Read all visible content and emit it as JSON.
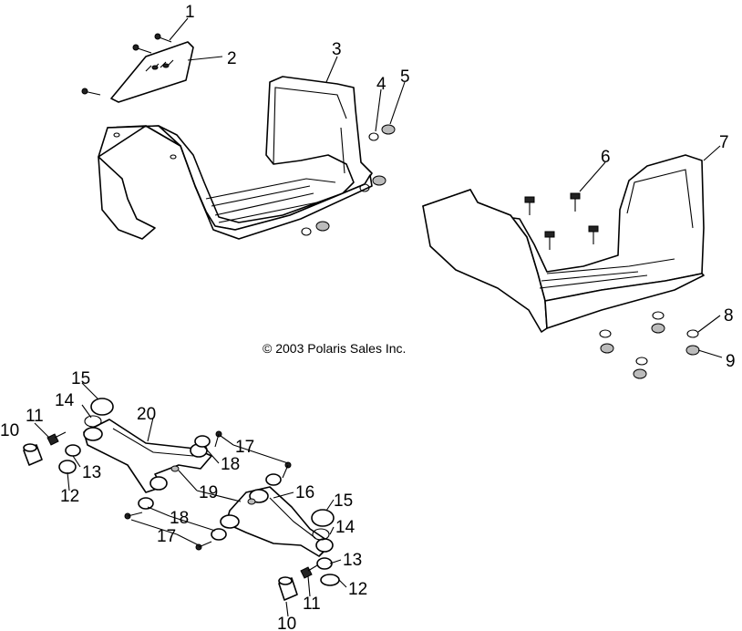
{
  "copyright": "© 2003 Polaris Sales Inc.",
  "callouts": {
    "c1": "1",
    "c2": "2",
    "c3": "3",
    "c4": "4",
    "c5": "5",
    "c6": "6",
    "c7": "7",
    "c8": "8",
    "c9": "9",
    "c10a": "10",
    "c11a": "11",
    "c12a": "12",
    "c13a": "13",
    "c14a": "14",
    "c15a": "15",
    "c16": "16",
    "c17a": "17",
    "c17b": "17",
    "c18a": "18",
    "c18b": "18",
    "c19": "19",
    "c20": "20",
    "c15b": "15",
    "c14b": "14",
    "c13b": "13",
    "c12b": "12",
    "c11b": "11",
    "c10b": "10"
  }
}
